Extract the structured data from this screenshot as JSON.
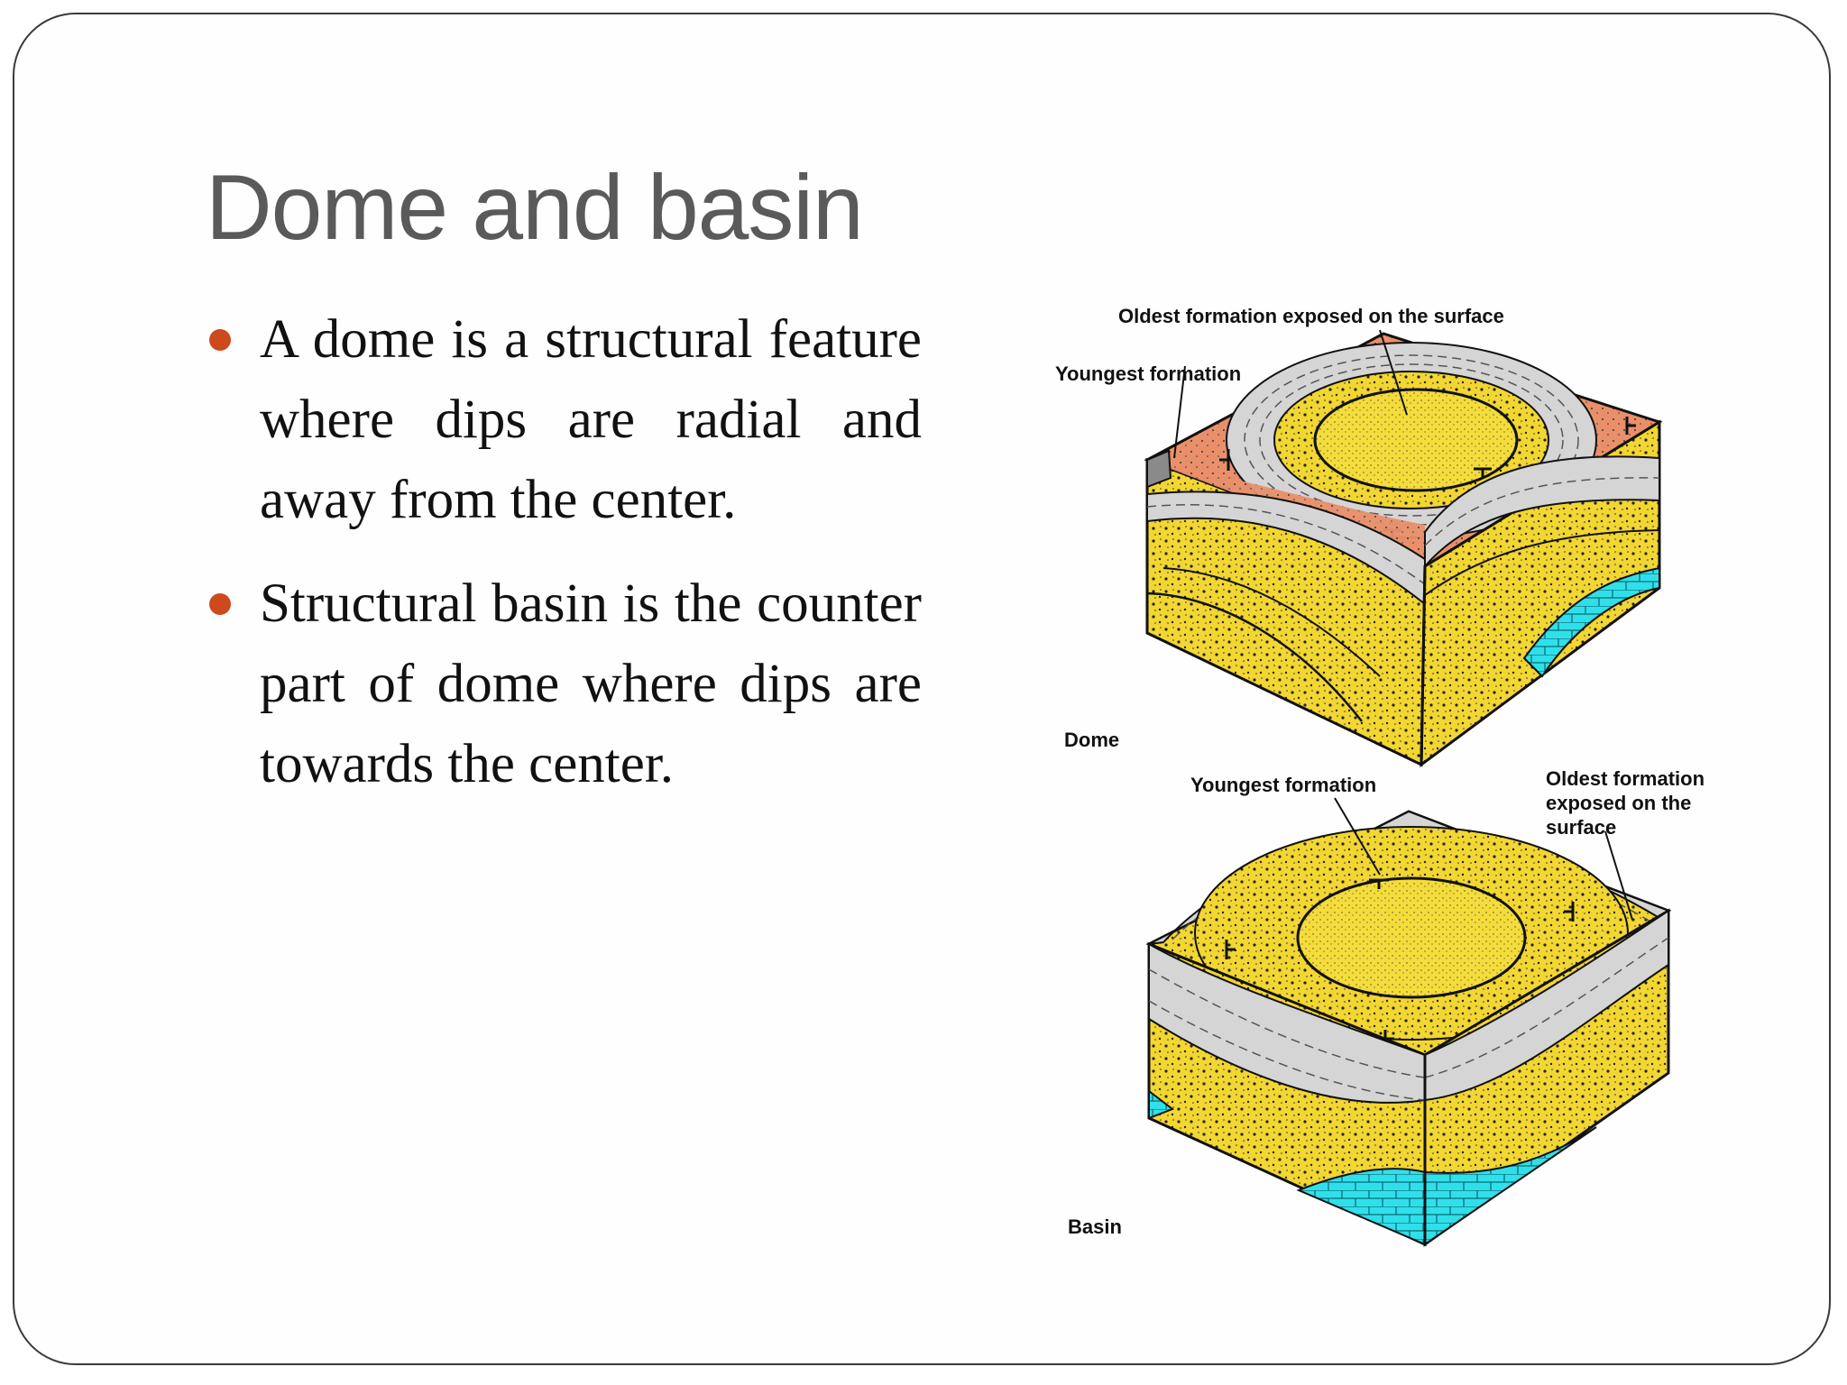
{
  "slide": {
    "title": "Dome and basin",
    "bullets": [
      {
        "text": "A dome is a structural feature where dips are radial  and away from the center."
      },
      {
        "text": "Structural basin is the counter part of dome where dips are towards the center."
      }
    ]
  },
  "figure": {
    "dome": {
      "label": "Dome",
      "callout_oldest": "Oldest formation exposed on the surface",
      "callout_youngest": "Youngest formation"
    },
    "basin": {
      "label": "Basin",
      "callout_youngest": "Youngest formation",
      "callout_oldest": "Oldest formation exposed on the surface"
    }
  },
  "colors": {
    "bullet": "#cc4a1c",
    "sandstone": "#f2d632",
    "shale": "#d5d5d5",
    "red_bed": "#e9906a",
    "limestone": "#2fe0ea",
    "title": "#5a5a5a"
  }
}
